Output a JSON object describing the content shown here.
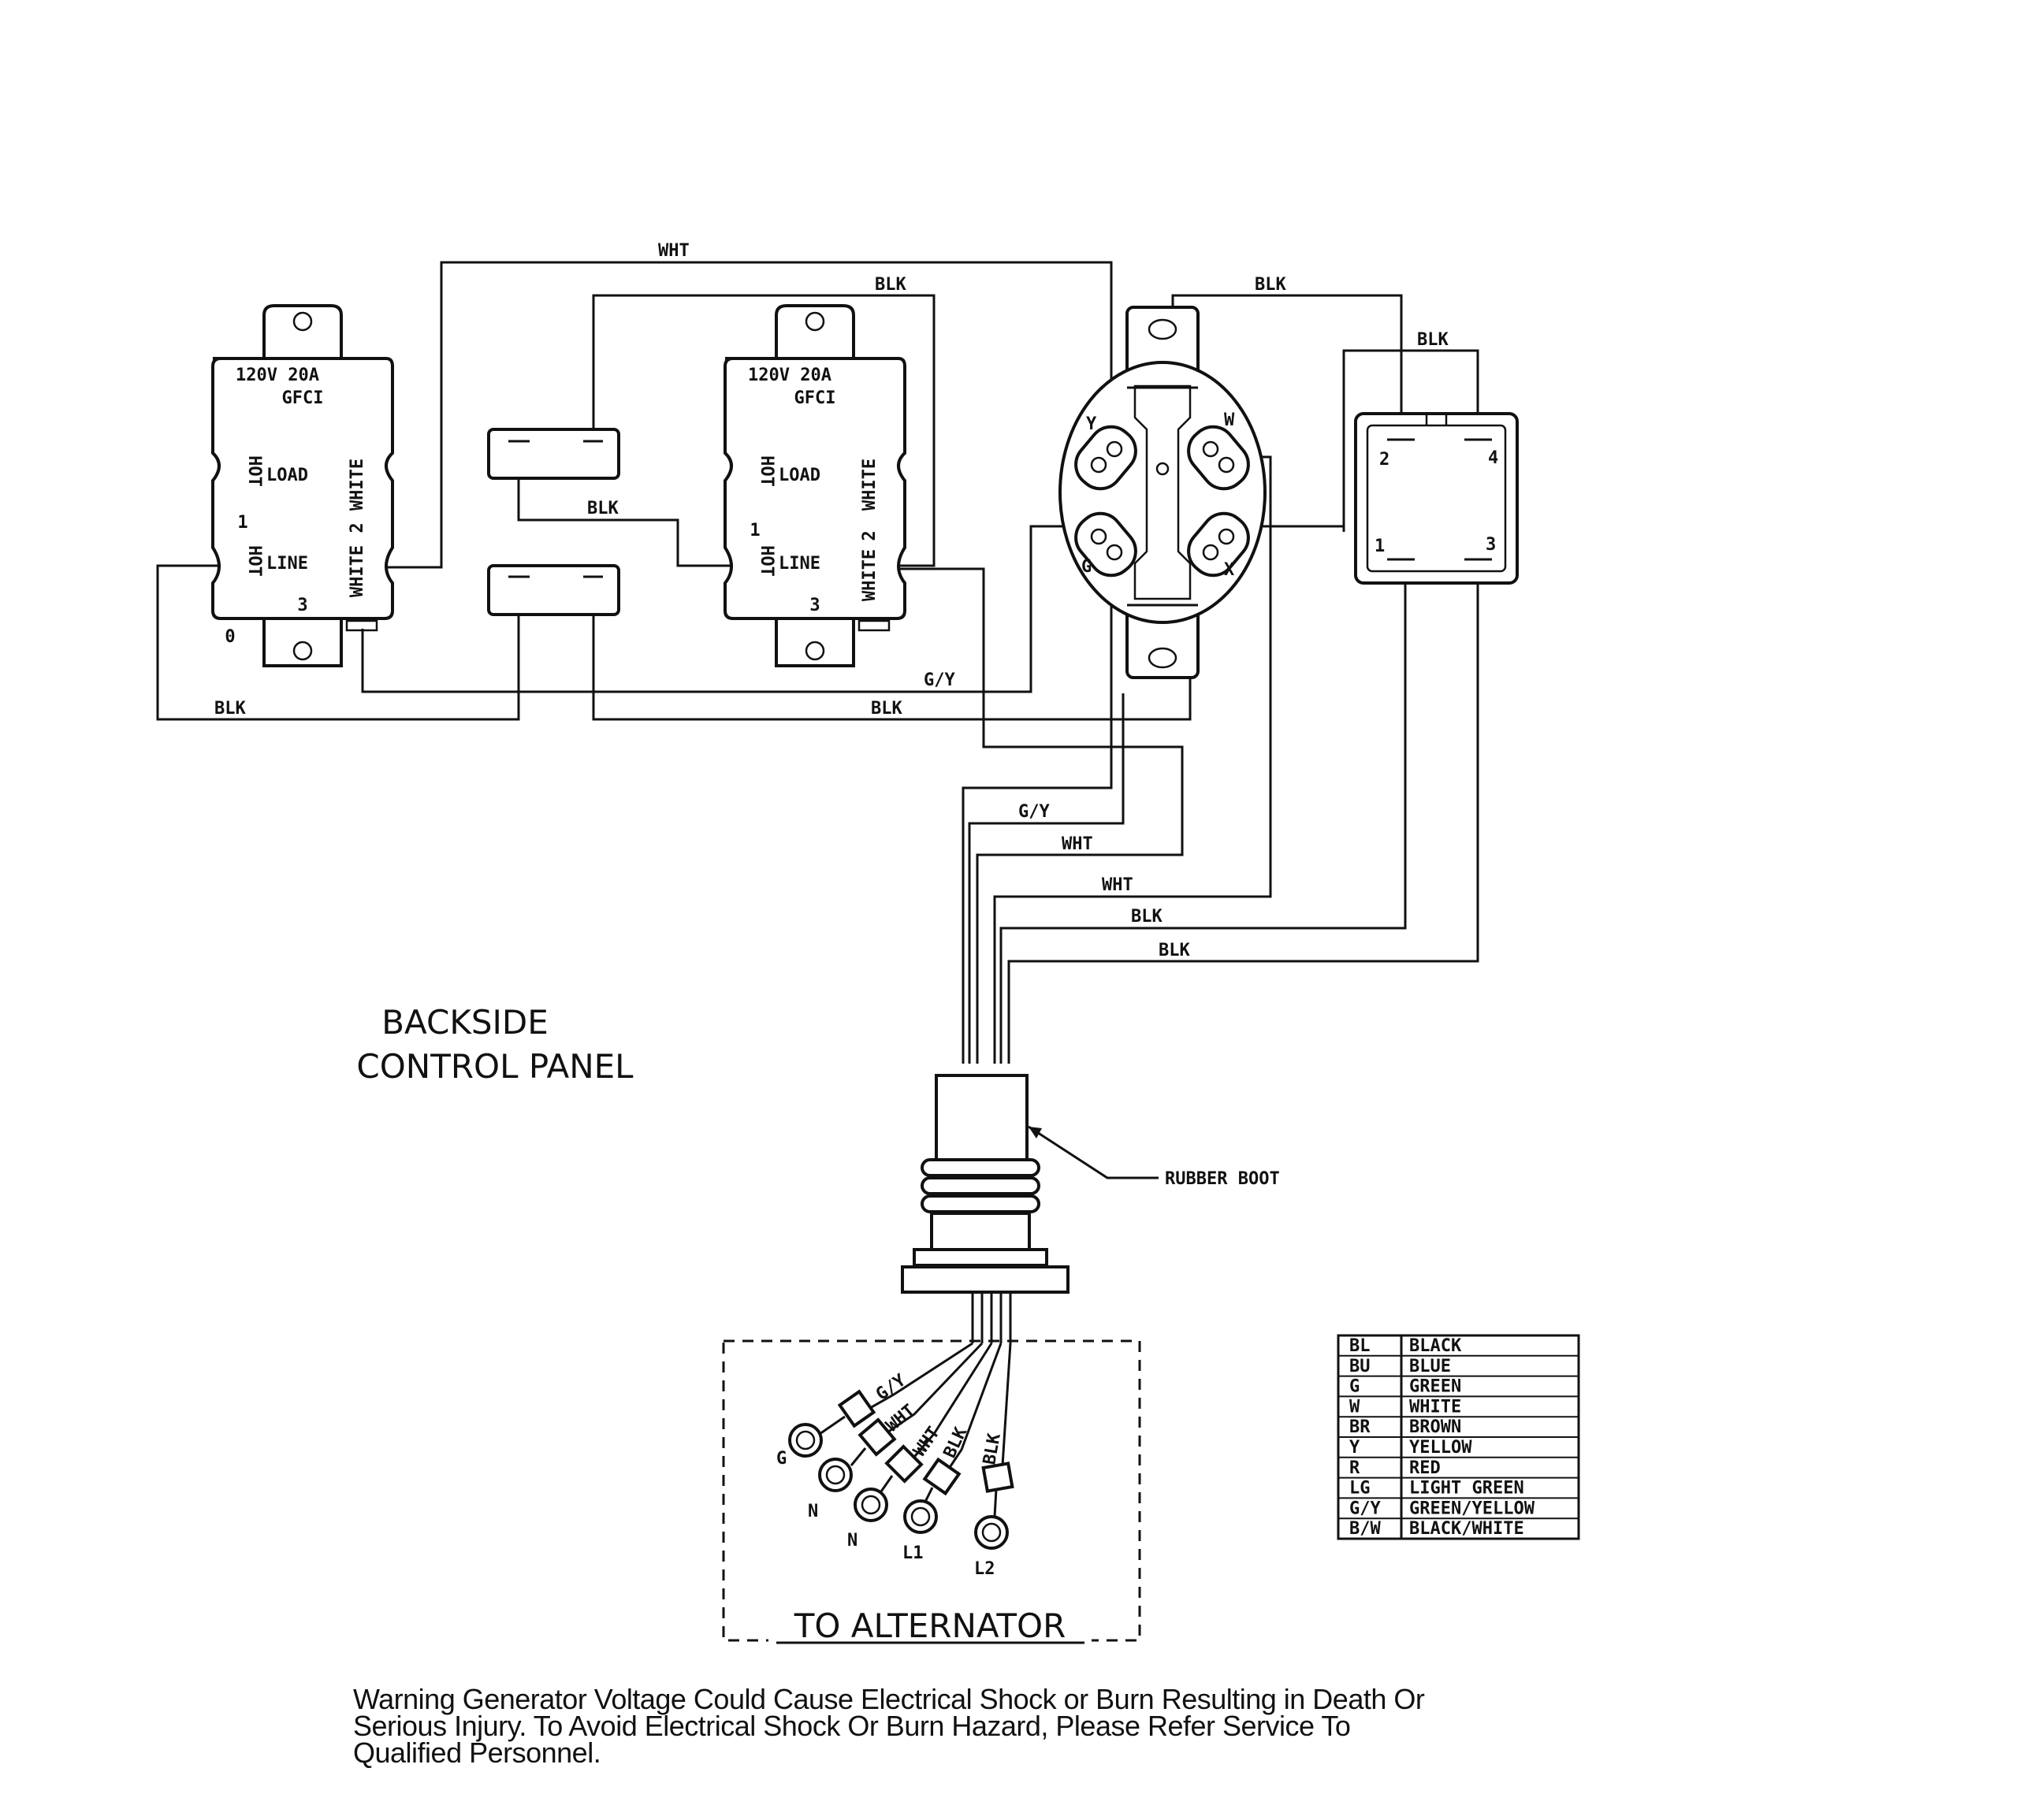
{
  "gfci_left": {
    "rating": "120V 20A",
    "type": "GFCI",
    "load": "LOAD",
    "line": "LINE",
    "hot": "HOT",
    "white": "WHITE",
    "n1": "1",
    "n2": "2",
    "n3": "3",
    "n0": "0"
  },
  "gfci_right": {
    "rating": "120V 20A",
    "type": "GFCI",
    "load": "LOAD",
    "line": "LINE",
    "hot": "HOT",
    "white": "WHITE",
    "n1": "1",
    "n2": "2",
    "n3": "3"
  },
  "outlet": {
    "y": "Y",
    "w": "W",
    "g": "G",
    "x": "X"
  },
  "switch": {
    "t1": "1",
    "t2": "2",
    "t3": "3",
    "t4": "4"
  },
  "wires": {
    "wht_top": "WHT",
    "blk_top1": "BLK",
    "blk_top2": "BLK",
    "blk_top3": "BLK",
    "blk_mid": "BLK",
    "blk_bottom_left": "BLK",
    "blk_bottom_mid": "BLK",
    "gy_bottom": "G/Y",
    "bundle_gy": "G/Y",
    "bundle_wht1": "WHT",
    "bundle_wht2": "WHT",
    "bundle_blk1": "BLK",
    "bundle_blk2": "BLK"
  },
  "panel_title": {
    "line1": "BACKSIDE",
    "line2": "CONTROL PANEL"
  },
  "boot_label": "RUBBER BOOT",
  "alternator": {
    "title": "TO ALTERNATOR",
    "leads": [
      {
        "wire": "G/Y",
        "terminal": "G"
      },
      {
        "wire": "WHT",
        "terminal": "N"
      },
      {
        "wire": "WHT",
        "terminal": "N"
      },
      {
        "wire": "BLK",
        "terminal": "L1"
      },
      {
        "wire": "BLK",
        "terminal": "L2"
      }
    ]
  },
  "legend": [
    {
      "code": "BL",
      "color": "BLACK"
    },
    {
      "code": "BU",
      "color": "BLUE"
    },
    {
      "code": "G",
      "color": "GREEN"
    },
    {
      "code": "W",
      "color": "WHITE"
    },
    {
      "code": "BR",
      "color": "BROWN"
    },
    {
      "code": "Y",
      "color": "YELLOW"
    },
    {
      "code": "R",
      "color": "RED"
    },
    {
      "code": "LG",
      "color": "LIGHT GREEN"
    },
    {
      "code": "G/Y",
      "color": "GREEN/YELLOW"
    },
    {
      "code": "B/W",
      "color": "BLACK/WHITE"
    }
  ],
  "warning": "Warning  Generator Voltage Could Cause Electrical Shock or Burn Resulting in Death Or Serious Injury. To Avoid Electrical Shock Or Burn Hazard, Please Refer Service To Qualified Personnel."
}
